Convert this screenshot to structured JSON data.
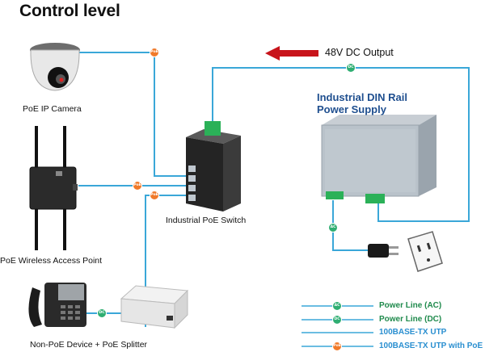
{
  "title": "Control level",
  "dc_output_label": "48V DC Output",
  "power_supply": {
    "line1": "Industrial DIN Rail",
    "line2": "Power Supply"
  },
  "devices": {
    "camera": "PoE IP Camera",
    "switch": "Industrial PoE Switch",
    "access_point": "PoE Wireless Access Point",
    "splitter": "Non-PoE Device + PoE Splitter"
  },
  "badges": {
    "poe": "PoE",
    "dc": "DC",
    "ac": "AC"
  },
  "legend": [
    {
      "label": "Power Line (AC)",
      "badge": "AC",
      "style": "green"
    },
    {
      "label": "Power Line (DC)",
      "badge": "DC",
      "style": "green"
    },
    {
      "label": "100BASE-TX UTP",
      "badge": "",
      "style": "none"
    },
    {
      "label": "100BASE-TX UTP with PoE",
      "badge": "PoE",
      "style": "orange"
    }
  ],
  "colors": {
    "line": "#3aa7d8",
    "poe_badge": "#f07a2a",
    "power_badge": "#2fae72",
    "legend_text": "#1f8a4c",
    "utp_text": "#2a8fd0",
    "arrow": "#c8141b"
  }
}
